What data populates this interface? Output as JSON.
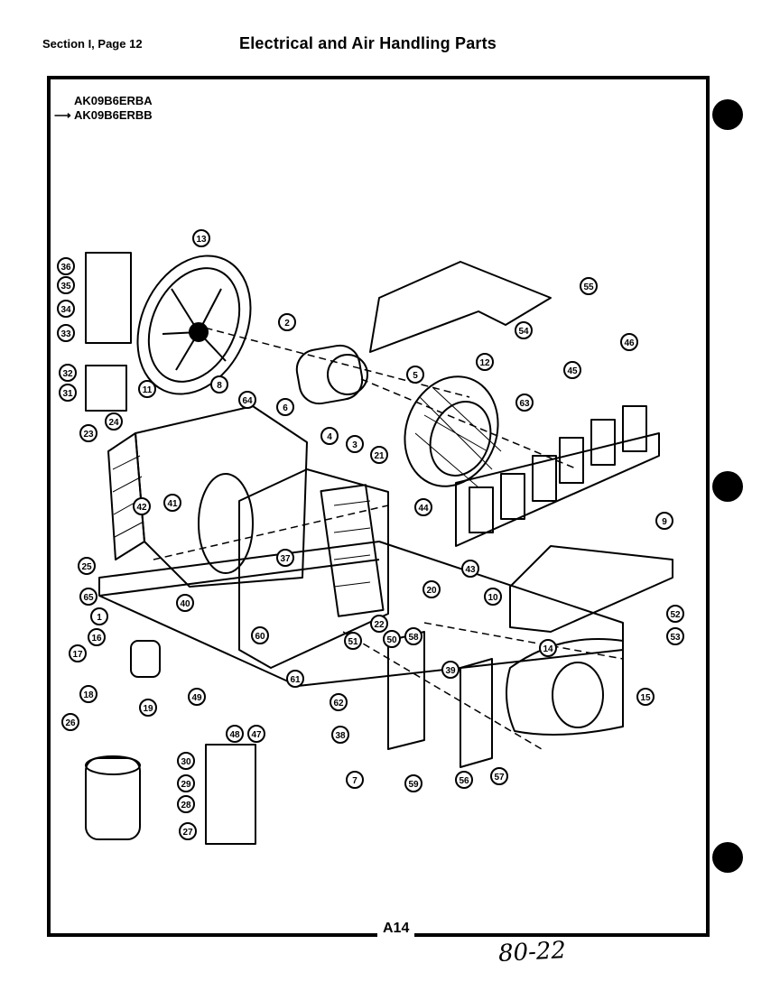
{
  "header": {
    "section": "Section I, Page 12",
    "title": "Electrical and Air Handling Parts"
  },
  "models": [
    "AK09B6ERBA",
    "AK09B6ERBB"
  ],
  "footer": {
    "page_code": "A14",
    "handwritten_note": "80-22"
  },
  "callouts": [
    "1",
    "2",
    "3",
    "4",
    "5",
    "6",
    "7",
    "8",
    "9",
    "10",
    "11",
    "12",
    "13",
    "14",
    "15",
    "16",
    "17",
    "18",
    "19",
    "20",
    "21",
    "22",
    "23",
    "24",
    "25",
    "26",
    "27",
    "28",
    "29",
    "30",
    "31",
    "32",
    "33",
    "34",
    "35",
    "36",
    "37",
    "38",
    "39",
    "40",
    "41",
    "42",
    "43",
    "44",
    "45",
    "46",
    "47",
    "48",
    "49",
    "50",
    "51",
    "52",
    "53",
    "54",
    "55",
    "56",
    "57",
    "58",
    "59",
    "60",
    "61",
    "62",
    "63",
    "64",
    "65"
  ]
}
